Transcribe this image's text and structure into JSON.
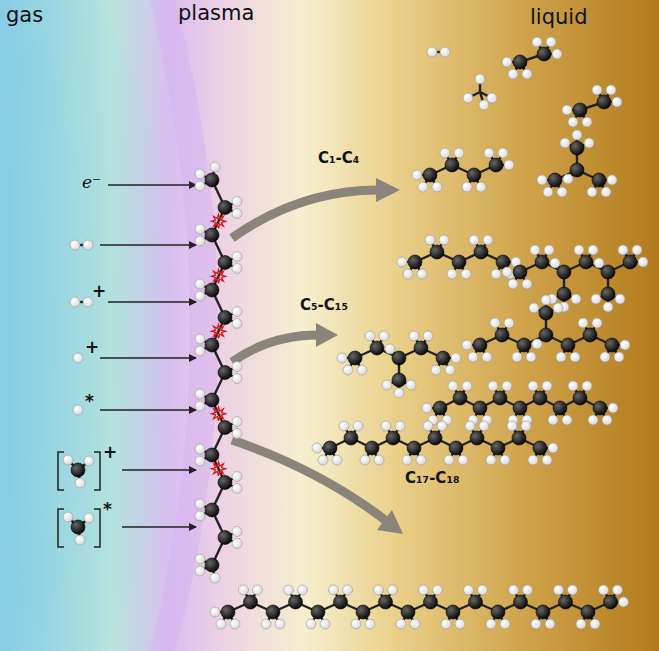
{
  "diagram": {
    "labels": [
      "gas",
      "plasma",
      "liquid",
      "e⁻",
      "+",
      "+",
      "*",
      "+",
      "*",
      "C₁-C₄",
      "C₅-C₁₅",
      "C₁₇-C₁₈"
    ]
  }
}
